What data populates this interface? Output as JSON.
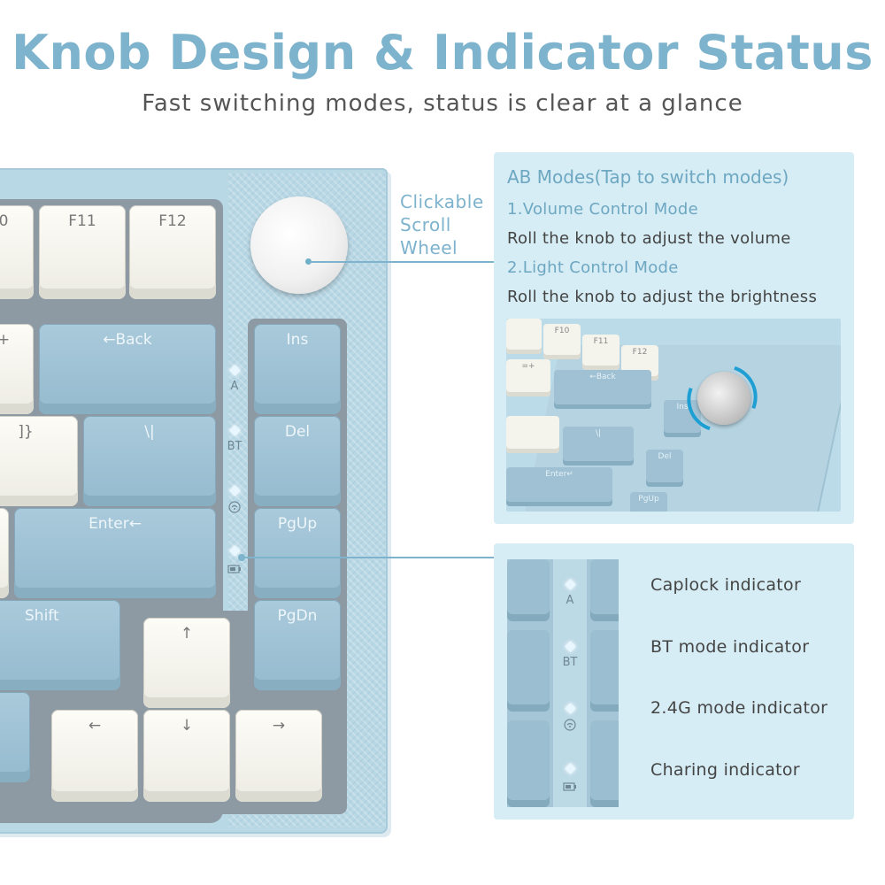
{
  "header": {
    "title": "Knob Design & Indicator Status",
    "subtitle": "Fast switching modes, status is clear at a glance"
  },
  "keyboard": {
    "keys": {
      "f10": "0",
      "f11": "F11",
      "f12": "F12",
      "plus": "+",
      "back": "←Back",
      "ins": "Ins",
      "brace": "]}",
      "backslash": "\\|",
      "del": "Del",
      "enter": "Enter←",
      "pgup": "PgUp",
      "shift": "Shift",
      "pgdn": "PgDn",
      "up": "↑",
      "left": "←",
      "down": "↓",
      "right": "→"
    },
    "indicators": {
      "a": "A",
      "bt": "BT",
      "wireless_icon": "wireless-icon",
      "battery_icon": "battery-icon"
    }
  },
  "callout": {
    "scroll_label_line1": "Clickable",
    "scroll_label_line2": "Scroll",
    "scroll_label_line3": "Wheel"
  },
  "modes": {
    "title": "AB Modes(Tap to switch modes)",
    "mode1": "1.Volume Control Mode",
    "mode1_desc": "Roll the knob to adjust the volume",
    "mode2": "2.Light Control Mode",
    "mode2_desc": "Roll the knob to adjust the brightness"
  },
  "photo": {
    "keys": {
      "f10": "F10",
      "f11": "F11",
      "f12": "F12",
      "eq": "=+",
      "back": "←Back",
      "ins": "Ins",
      "del": "Del",
      "enter": "Enter↵",
      "backslash": "\\|",
      "pgup": "PgUp"
    }
  },
  "indicator_legend": {
    "caplock": "Caplock indicator",
    "bt": "BT mode indicator",
    "g24": "2.4G mode indicator",
    "charging": "Charing indicator",
    "label_a": "A",
    "label_bt": "BT"
  },
  "colors": {
    "accent": "#7db3cc",
    "panel": "#d6edf5",
    "keyboard_blue": "#a9cadb"
  }
}
